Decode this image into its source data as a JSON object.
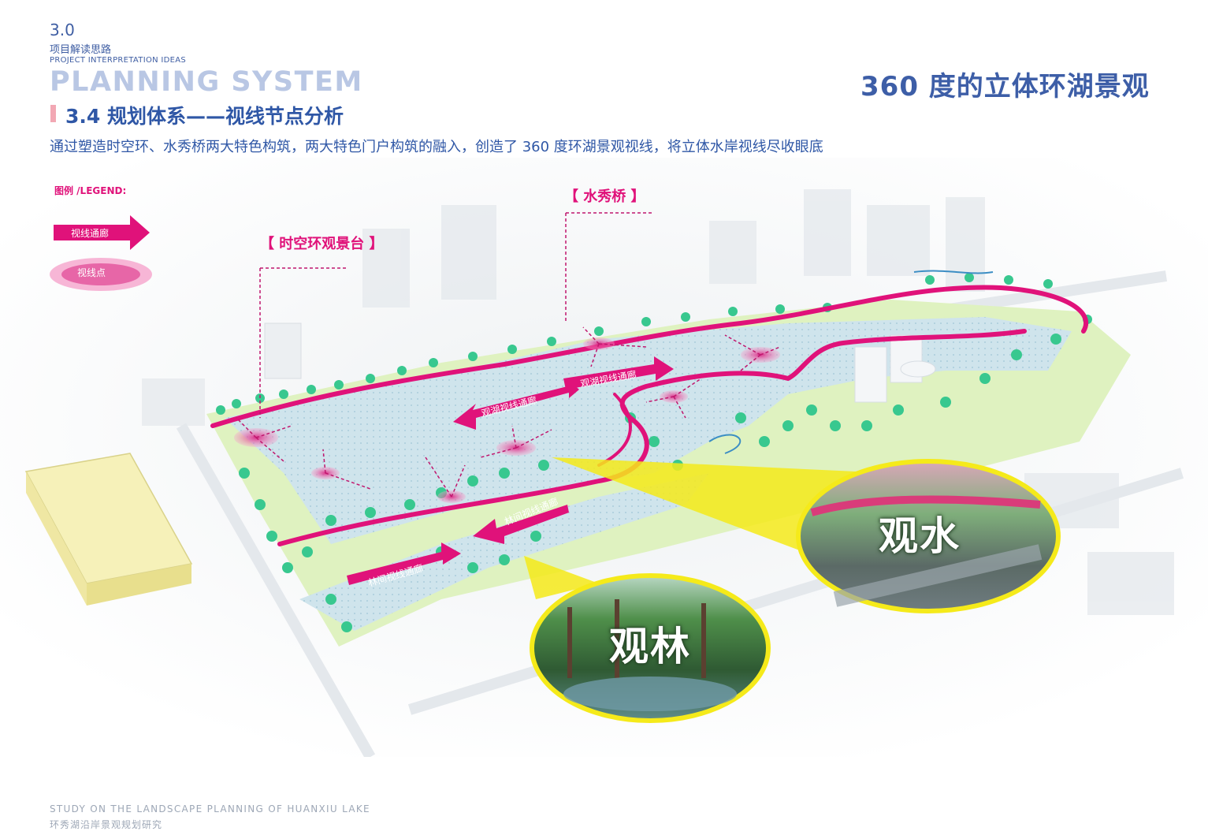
{
  "header": {
    "section_number": "3.0",
    "section_cn": "项目解读思路",
    "section_en": "PROJECT INTERPRETATION IDEAS",
    "big_title": "PLANNING SYSTEM",
    "subtitle": "3.4 规划体系——视线节点分析",
    "description": "通过塑造时空环、水秀桥两大特色构筑，两大特色门户构筑的融入，创造了 360 度环湖景观视线，将立体水岸视线尽收眼底",
    "headline": "360 度的立体环湖景观"
  },
  "legend": {
    "title": "图例 /LEGEND:",
    "items": [
      {
        "label": "视线通廊",
        "icon": "magenta-arrow-icon"
      },
      {
        "label": "视线点",
        "icon": "pink-ellipse-icon"
      }
    ]
  },
  "map": {
    "callouts": [
      "【 时空环观景台 】",
      "【 水秀桥 】"
    ],
    "corridor_labels": [
      "观湖视线通廊",
      "观湖视线通廊",
      "林间视线通廊",
      "林间视线通廊"
    ],
    "photo_labels": [
      "观水",
      "观林"
    ],
    "colors": {
      "corridor": "#e0127a",
      "view_point": "#f06fb0",
      "water": "#c9e2ec",
      "trees": "#35c48a",
      "highlight": "#f5ea1a"
    }
  },
  "footer": {
    "en": "STUDY ON THE LANDSCAPE PLANNING OF HUANXIU LAKE",
    "cn": "环秀湖沿岸景观规划研究"
  }
}
